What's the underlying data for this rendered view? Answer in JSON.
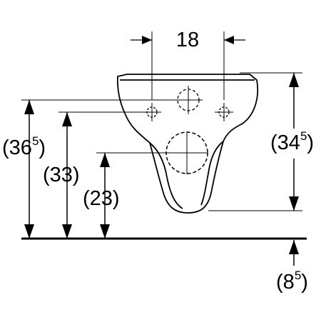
{
  "drawing": {
    "line_color": "#000000",
    "background_color": "#ffffff"
  },
  "dimensions": {
    "top_width": {
      "value": "18"
    },
    "left_outer": {
      "open": "(",
      "value": "36",
      "sup": "5",
      "close": ")"
    },
    "left_middle": {
      "text": "(33)"
    },
    "left_inner": {
      "text": "(23)"
    },
    "right_height": {
      "open": "(",
      "value": "34",
      "sup": "5",
      "close": ")"
    },
    "bottom_right": {
      "open": "(",
      "value": "8",
      "sup": "5",
      "close": ")"
    }
  }
}
